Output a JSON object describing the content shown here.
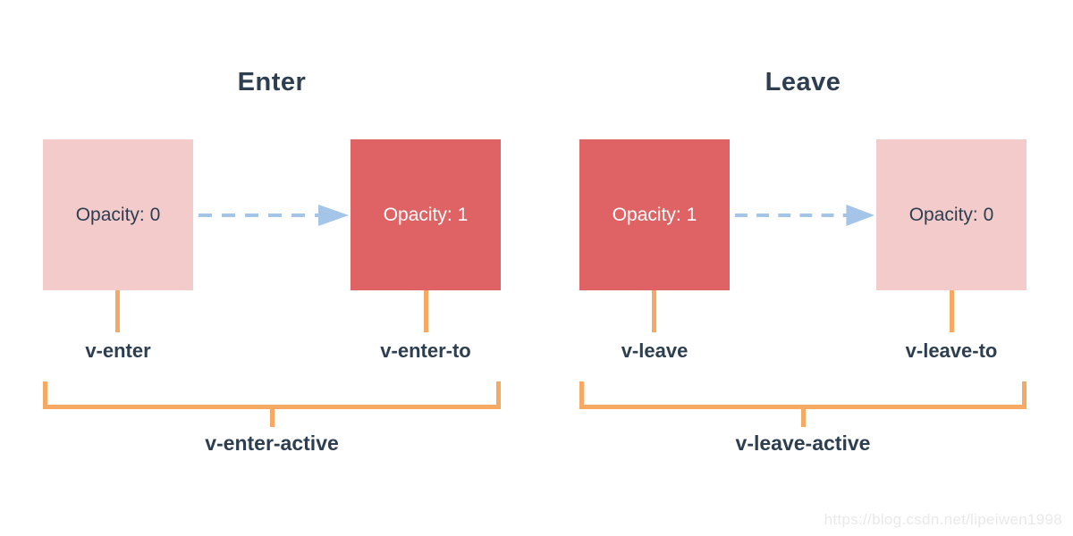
{
  "colors": {
    "navy": "#2c3e50",
    "pink": "#f4cbcb",
    "red": "#df6364",
    "orange": "#f5a962",
    "blue": "#a5c5e8",
    "watermark": "#e9e9e9"
  },
  "diagrams": [
    {
      "title": "Enter",
      "from": {
        "label": "Opacity: 0",
        "variant": "pink",
        "class_label": "v-enter"
      },
      "to": {
        "label": "Opacity: 1",
        "variant": "red",
        "class_label": "v-enter-to"
      },
      "active_label": "v-enter-active"
    },
    {
      "title": "Leave",
      "from": {
        "label": "Opacity: 1",
        "variant": "red",
        "class_label": "v-leave"
      },
      "to": {
        "label": "Opacity: 0",
        "variant": "pink",
        "class_label": "v-leave-to"
      },
      "active_label": "v-leave-active"
    }
  ],
  "watermark": "https://blog.csdn.net/lipeiwen1998"
}
